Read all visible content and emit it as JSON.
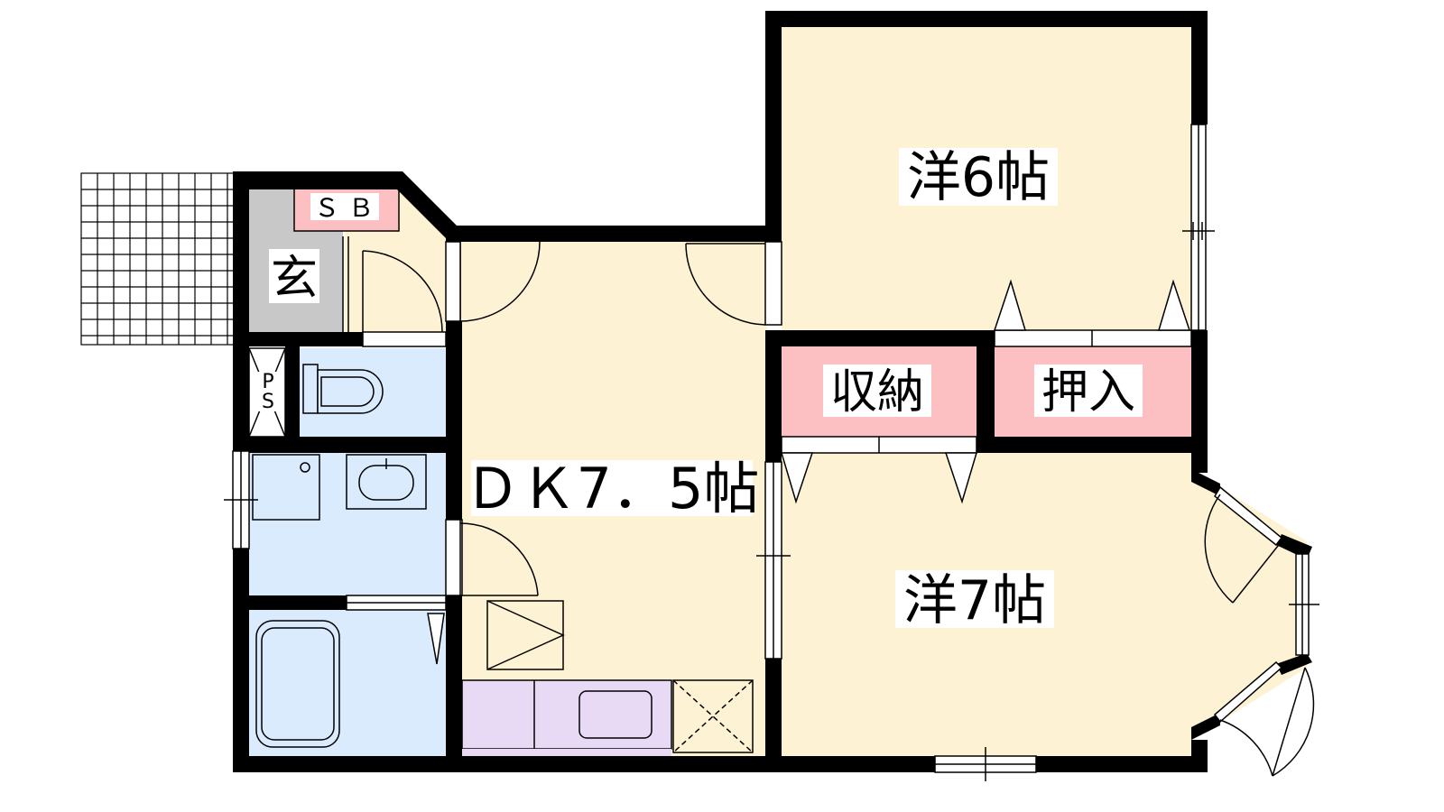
{
  "rooms": {
    "western_6": "洋6帖",
    "western_7": "洋7帖",
    "dk": "ＤＫ7．5帖",
    "storage": "収納",
    "closet": "押入",
    "entrance": "玄",
    "shoebox": "ＳＢ",
    "ps_top": "P",
    "ps_bottom": "S"
  },
  "colors": {
    "wall": "#000000",
    "floor_room": "#fdf2d3",
    "floor_wet": "#d9ebfd",
    "floor_entrance": "#c8c8c8",
    "storage_pink": "#fcc0c3",
    "kitchen_lavender": "#e8daf4",
    "balcony_grid": "#000000"
  }
}
